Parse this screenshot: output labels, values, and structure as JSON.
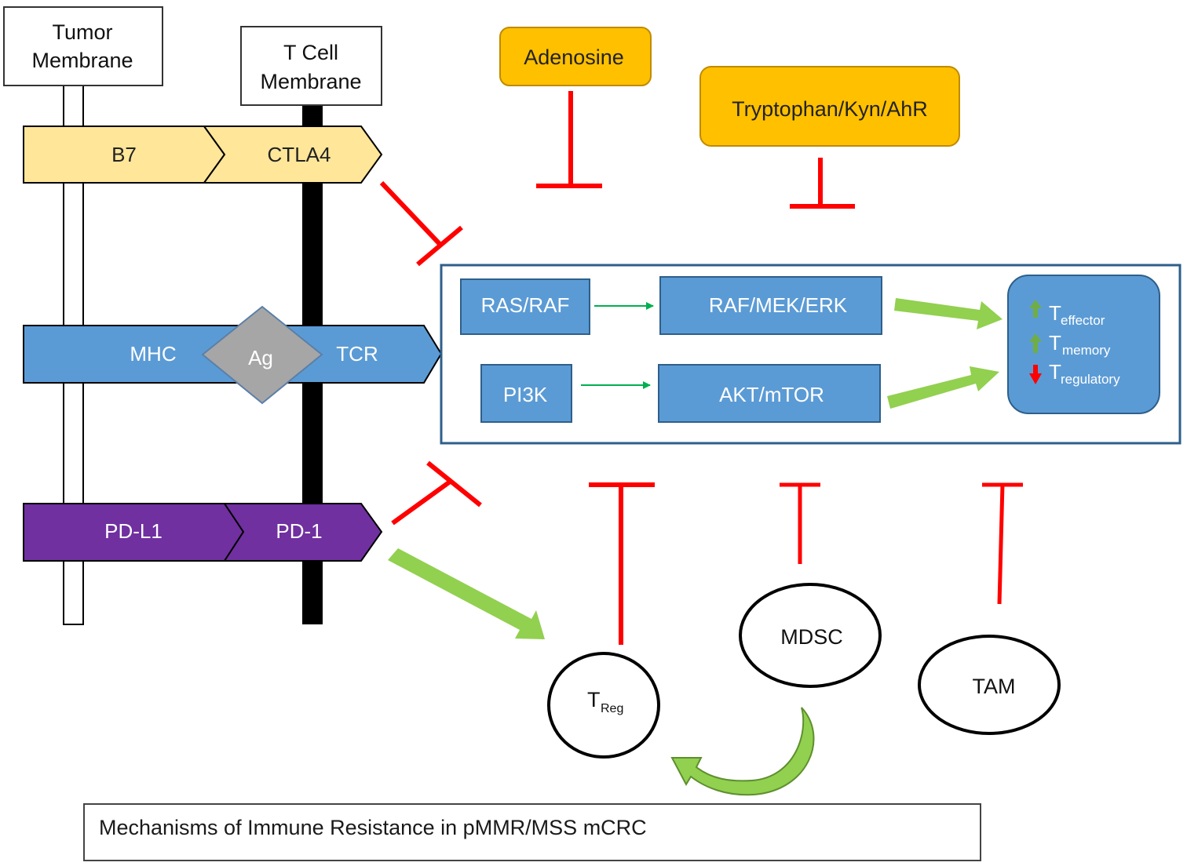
{
  "membranes": {
    "tumor_line1": "Tumor",
    "tumor_line2": "Membrane",
    "tcell_line1": "T Cell",
    "tcell_line2": "Membrane"
  },
  "ligand_receptor_pairs": {
    "b7": "B7",
    "ctla4": "CTLA4",
    "mhc": "MHC",
    "antigen": "Ag",
    "tcr": "TCR",
    "pdl1": "PD-L1",
    "pd1": "PD-1"
  },
  "inhibitors": {
    "adenosine": "Adenosine",
    "tryptophan": "Tryptophan/Kyn/AhR"
  },
  "signaling": {
    "ras_raf": "RAS/RAF",
    "raf_mek_erk": "RAF/MEK/ERK",
    "pi3k": "PI3K",
    "akt_mtor": "AKT/mTOR"
  },
  "outcomes": {
    "t_symbol": "T",
    "effector": "effector",
    "memory": "memory",
    "regulatory": "regulatory"
  },
  "cells": {
    "treg_main": "T",
    "treg_sub": "Reg",
    "mdsc": "MDSC",
    "tam": "TAM"
  },
  "caption": "Mechanisms of Immune Resistance in pMMR/MSS mCRC",
  "colors": {
    "yellow_band": "#FFE699",
    "blue_band": "#5B9BD5",
    "purple_band": "#7030A0",
    "orange_box": "#FFC000",
    "ag_diamond": "#A6A6A6",
    "inhibit_red": "#FF0000",
    "activate_green": "#92D050",
    "panel_border": "#2E5F8A"
  }
}
